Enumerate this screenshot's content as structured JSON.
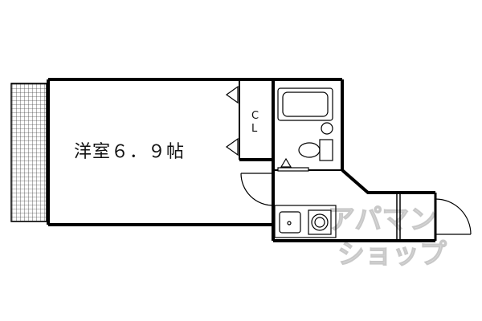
{
  "plan": {
    "room_label": "洋室６．９帖",
    "closet_label_line1": "C",
    "closet_label_line2": "L"
  },
  "watermark": {
    "line1": "アパマン",
    "line2": "ショップ"
  },
  "colors": {
    "wall": "#000000",
    "balcony_grid": "#444444",
    "background": "#ffffff",
    "watermark": "#d9d9d9"
  }
}
